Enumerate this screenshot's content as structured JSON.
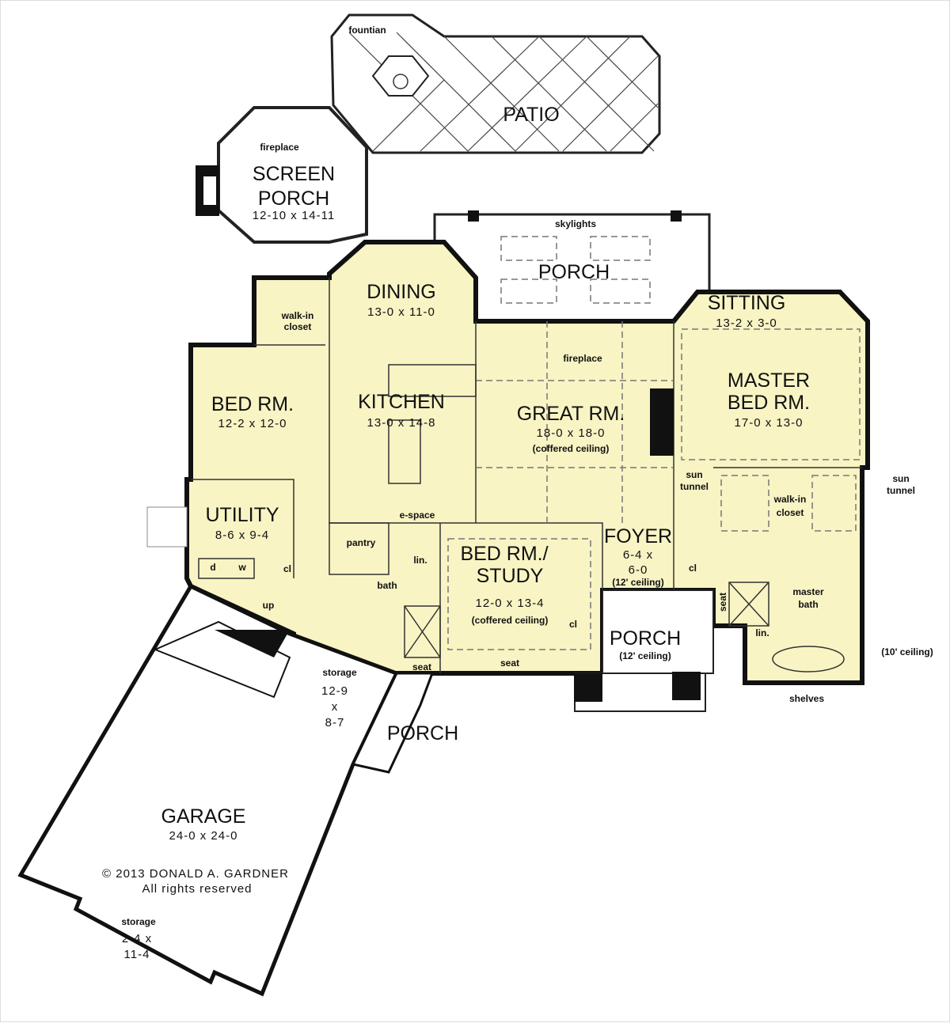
{
  "plan": {
    "fountain": "fountian",
    "patio": "PATIO",
    "screen_porch": {
      "name1": "SCREEN",
      "name2": "PORCH",
      "dims": "12-10 x 14-11",
      "fireplace": "fireplace"
    },
    "skylights": "skylights",
    "rear_porch": "PORCH",
    "dining": {
      "name": "DINING",
      "dims": "13-0 x 11-0"
    },
    "walkin_left": {
      "l1": "walk-in",
      "l2": "closet"
    },
    "bed_rm": {
      "name": "BED RM.",
      "dims": "12-2 x 12-0"
    },
    "kitchen": {
      "name": "KITCHEN",
      "dims": "13-0 x 14-8"
    },
    "great_rm": {
      "name": "GREAT RM.",
      "dims": "18-0 x 18-0",
      "note": "(coffered ceiling)",
      "fireplace": "fireplace"
    },
    "sitting": {
      "name": "SITTING",
      "dims": "13-2 x 3-0"
    },
    "master": {
      "name1": "MASTER",
      "name2": "BED RM.",
      "dims": "17-0 x 13-0"
    },
    "utility": {
      "name": "UTILITY",
      "dims": "8-6 x 9-4",
      "d": "d",
      "w": "w",
      "cl": "cl"
    },
    "espace": "e-space",
    "pantry": "pantry",
    "lin": "lin.",
    "bath": "bath",
    "up": "up",
    "seat": "seat",
    "study": {
      "name1": "BED RM./",
      "name2": "STUDY",
      "dims": "12-0 x 13-4",
      "note": "(coffered ceiling)",
      "seat": "seat",
      "cl": "cl"
    },
    "foyer": {
      "name": "FOYER",
      "dims1": "6-4 x",
      "dims2": "6-0",
      "note": "(12' ceiling)"
    },
    "front_porch": {
      "name": "PORCH",
      "note": "(12' ceiling)"
    },
    "sun_tunnel_left": {
      "l1": "sun",
      "l2": "tunnel"
    },
    "sun_tunnel_right": {
      "l1": "sun",
      "l2": "tunnel"
    },
    "walkin_master": {
      "l1": "walk-in",
      "l2": "closet"
    },
    "cl": "cl",
    "master_bath": {
      "l1": "master",
      "l2": "bath",
      "seat": "seat",
      "lin": "lin.",
      "ceiling": "(10' ceiling)",
      "shelves": "shelves"
    },
    "storage_mid": {
      "l1": "storage",
      "l2": "12-9",
      "l3": "x",
      "l4": "8-7"
    },
    "side_porch": "PORCH",
    "garage": {
      "name": "GARAGE",
      "dims": "24-0 x 24-0"
    },
    "copyright": {
      "l1": "© 2013 DONALD A. GARDNER",
      "l2": "All rights reserved"
    },
    "storage_garage": {
      "l1": "storage",
      "l2": "2-4 x",
      "l3": "11-4"
    }
  }
}
